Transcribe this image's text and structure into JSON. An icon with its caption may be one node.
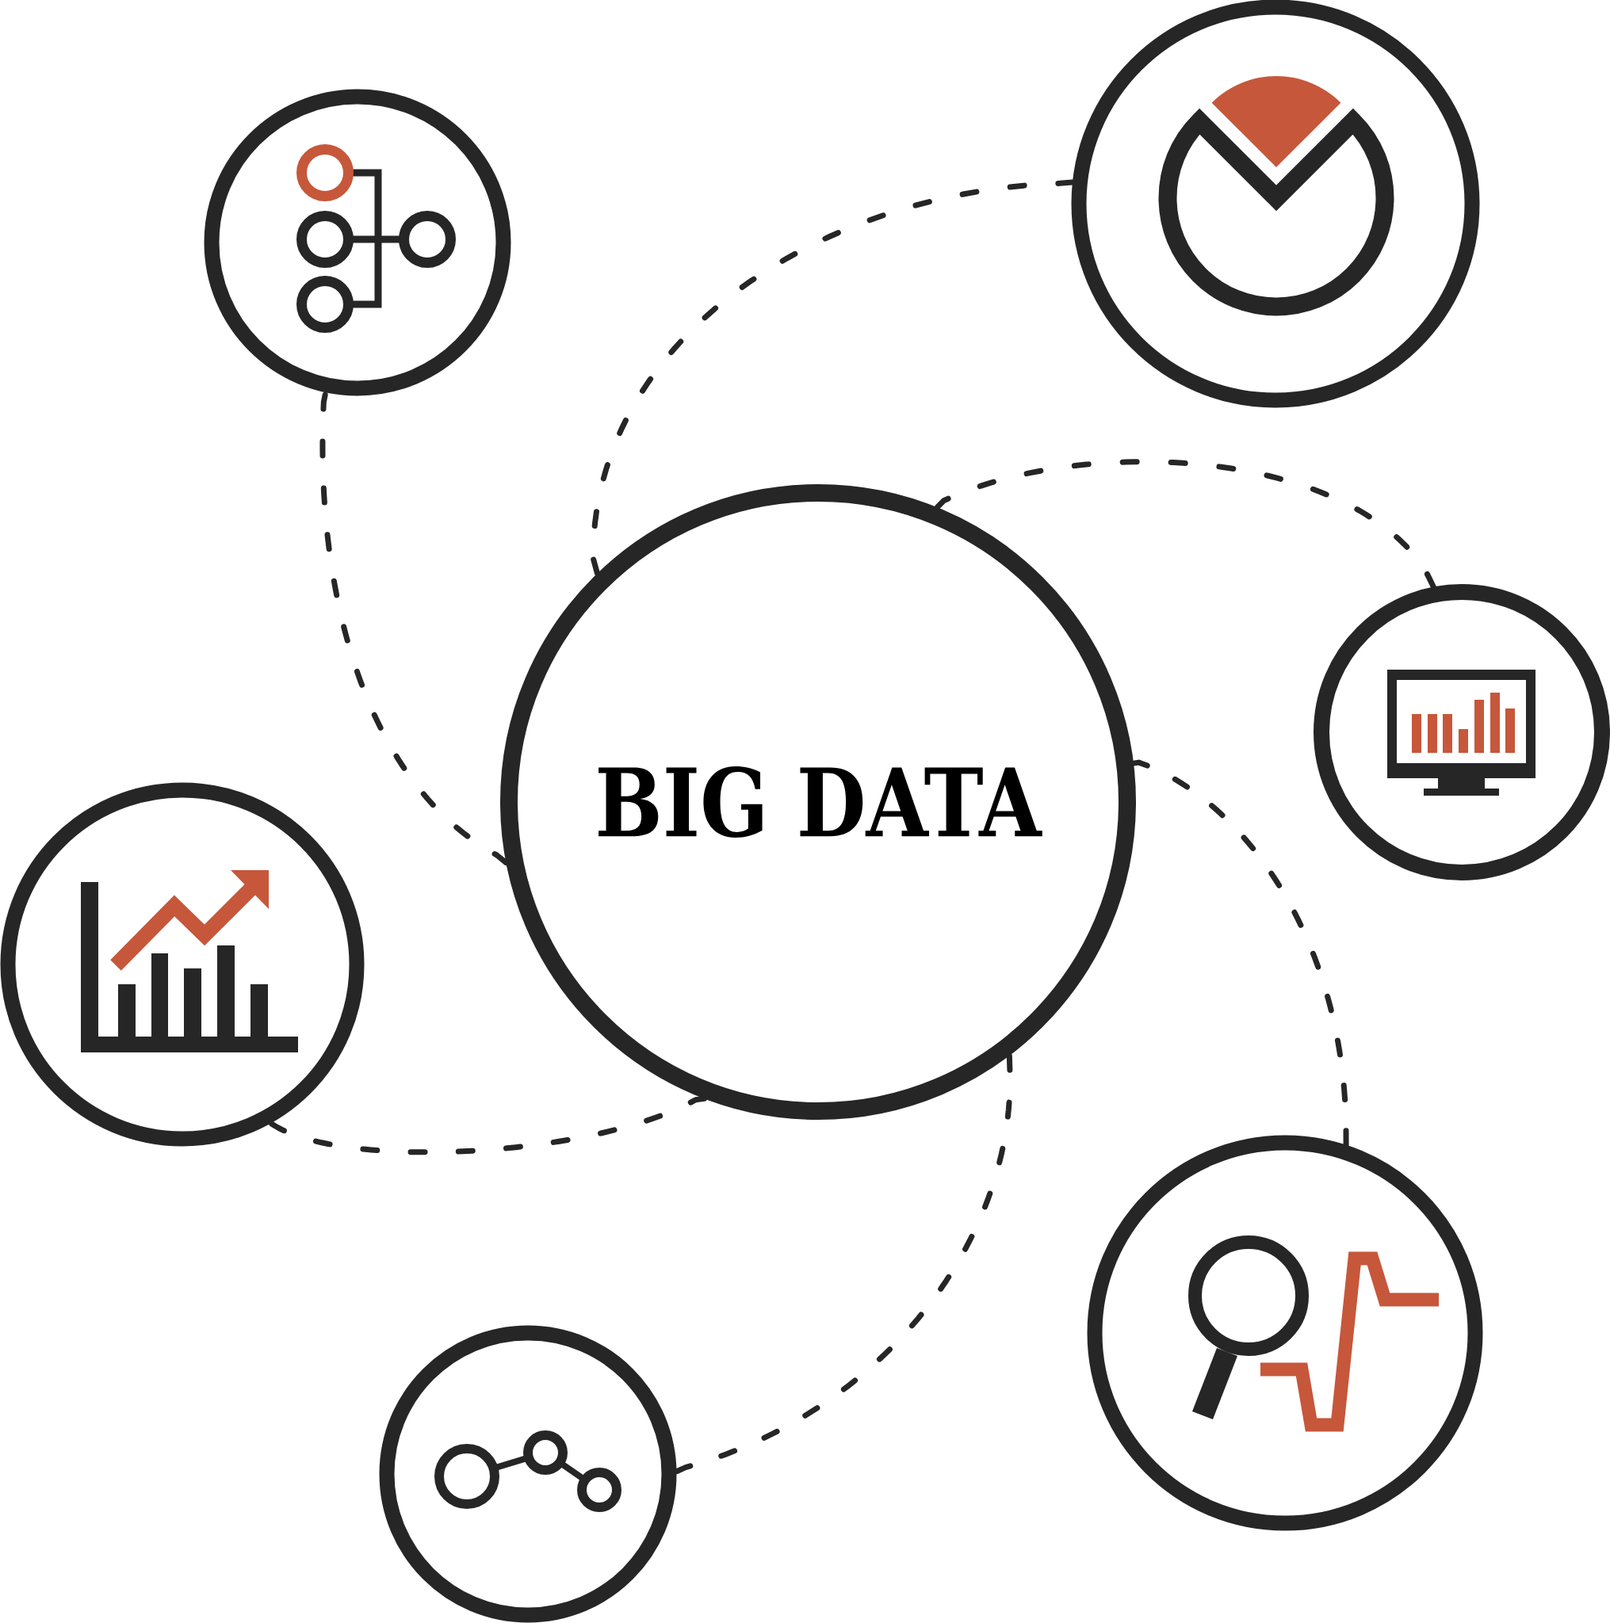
{
  "diagram": {
    "nodes": [
      {
        "text": [],
        "shape": "circle"
      },
      {
        "text": [],
        "shape": "circle"
      },
      {
        "text": [
          "BIG DATA"
        ]
      },
      {
        "text": [],
        "shape": "circle"
      },
      {
        "text": [],
        "shape": "circle"
      },
      {
        "text": [],
        "shape": "circle"
      },
      {
        "text": [],
        "shape": "circle"
      }
    ],
    "edges": [
      {
        "from": 2,
        "to": 0,
        "arrow": "none",
        "style": "dashed"
      },
      {
        "from": 2,
        "to": 1,
        "arrow": "none",
        "style": "dashed"
      },
      {
        "from": 2,
        "to": 3,
        "arrow": "none",
        "style": "dashed"
      },
      {
        "from": 2,
        "to": 4,
        "arrow": "none",
        "style": "dashed"
      },
      {
        "from": 2,
        "to": 5,
        "arrow": "none",
        "style": "dashed"
      },
      {
        "from": 2,
        "to": 6,
        "arrow": "none",
        "style": "dashed"
      }
    ]
  }
}
